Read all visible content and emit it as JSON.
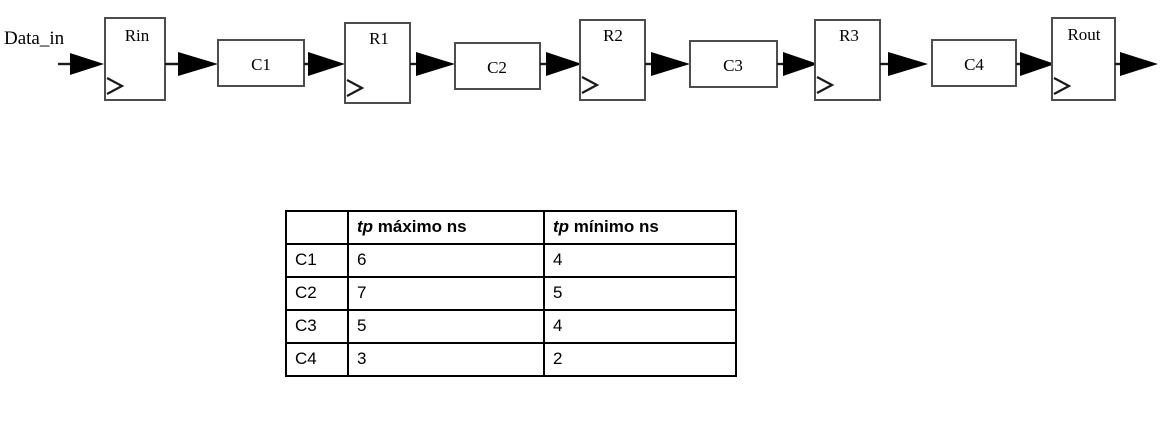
{
  "diagram": {
    "name": "pipelined-datapath",
    "input_label": "Data_in",
    "clock_symbol": ">",
    "stages": [
      {
        "id": "Rin",
        "type": "register",
        "label": "Rin"
      },
      {
        "id": "C1",
        "type": "combinational",
        "label": "C1"
      },
      {
        "id": "R1",
        "type": "register",
        "label": "R1"
      },
      {
        "id": "C2",
        "type": "combinational",
        "label": "C2"
      },
      {
        "id": "R2",
        "type": "register",
        "label": "R2"
      },
      {
        "id": "C3",
        "type": "combinational",
        "label": "C3"
      },
      {
        "id": "R3",
        "type": "register",
        "label": "R3"
      },
      {
        "id": "C4",
        "type": "combinational",
        "label": "C4"
      },
      {
        "id": "Rout",
        "type": "register",
        "label": "Rout"
      }
    ],
    "colors": {
      "box_stroke": "#4d4d4d",
      "wire": "#1a1a1a",
      "text": "#000000",
      "background": "#ffffff"
    }
  },
  "table": {
    "name": "propagation-delay-table",
    "corner_label": "",
    "headers": [
      "",
      "tp máximo ns",
      "tp mínimo ns"
    ],
    "header_symbol": "tp",
    "header_max_rest": " máximo ns",
    "header_min_rest": " mínimo ns",
    "rows": [
      {
        "label": "C1",
        "max": "6",
        "min": "4"
      },
      {
        "label": "C2",
        "max": "7",
        "min": "5"
      },
      {
        "label": "C3",
        "max": "5",
        "min": "4"
      },
      {
        "label": "C4",
        "max": "3",
        "min": "2"
      }
    ]
  }
}
